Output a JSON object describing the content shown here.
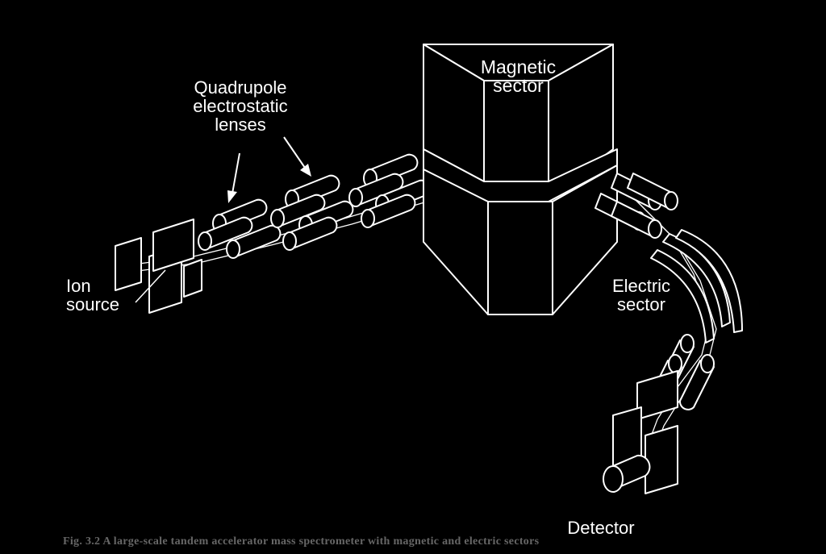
{
  "labels": {
    "quadrupole": "Quadrupole\nelectrostatic\nlenses",
    "magnetic": "Magnetic\nsector",
    "ion_source": "Ion\nsource",
    "electric": "Electric\nsector",
    "detector": "Detector"
  },
  "caption": "Fig. 3.2  A large-scale tandem accelerator mass spectrometer with magnetic and electric sectors",
  "colors": {
    "background": "#000000",
    "line": "#ffffff"
  }
}
